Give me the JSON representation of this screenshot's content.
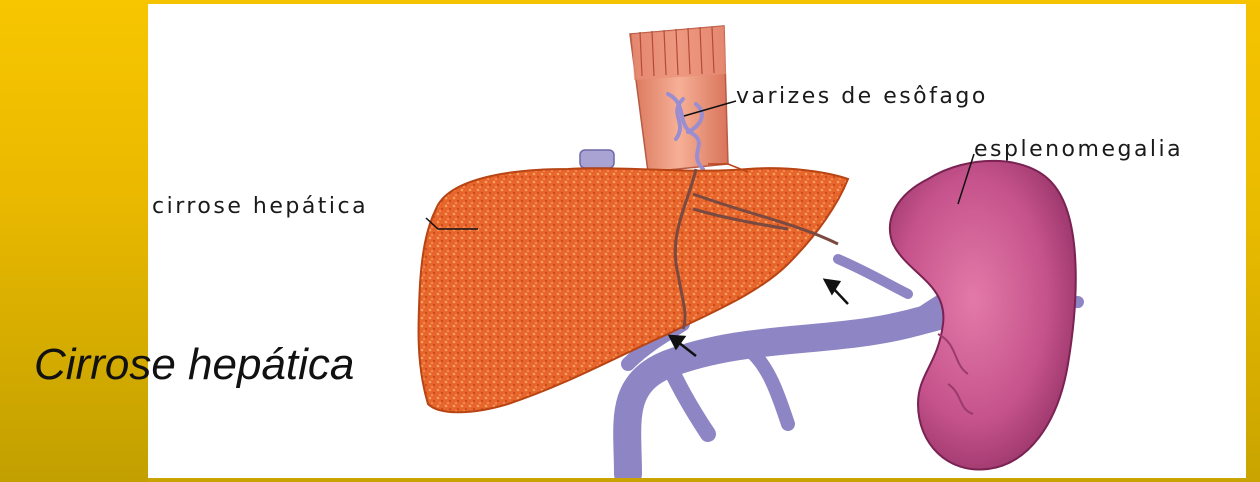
{
  "slide": {
    "title": "Cirrose hepática"
  },
  "illustration": {
    "labels": {
      "esophageal_varices": "varizes de esôfago",
      "splenomegaly": "esplenomegalia",
      "liver_cirrhosis": "cirrose hepática"
    }
  },
  "colors": {
    "background_yellow": "#f5c300",
    "liver": "#e8642a",
    "spleen": "#c4508a",
    "vein": "#8f86c4",
    "esophagus": "#f0a07a"
  }
}
